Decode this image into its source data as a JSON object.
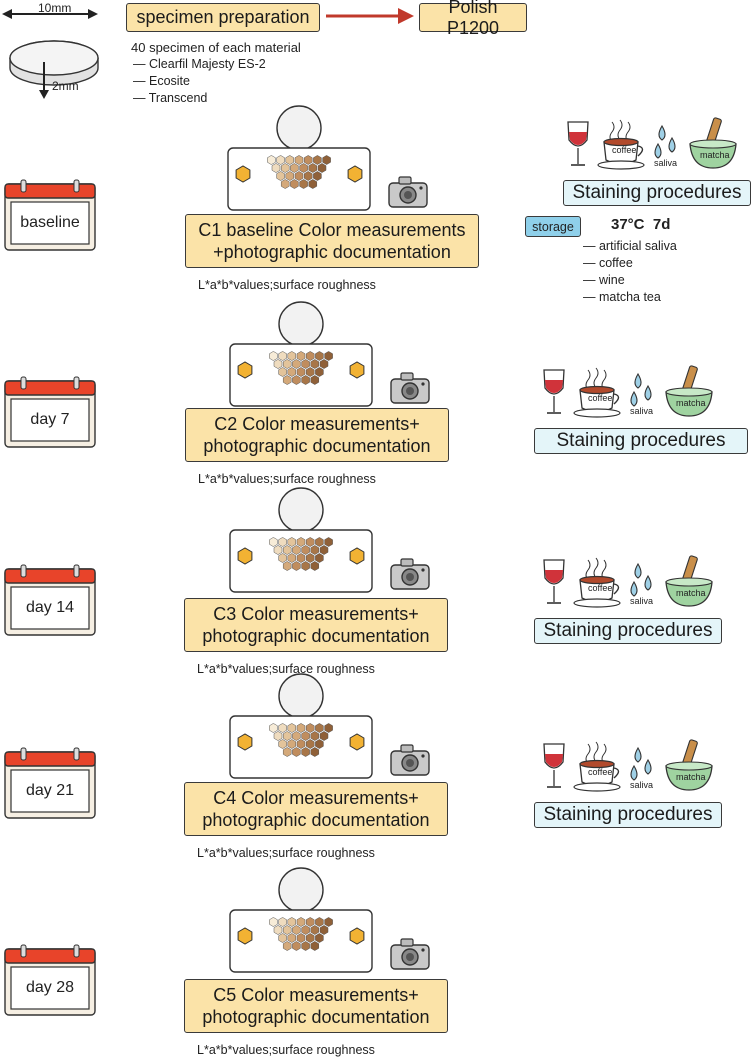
{
  "header": {
    "dim_width": "10mm",
    "dim_height": "2mm",
    "prep_label": "specimen preparation",
    "polish_label": "Polish P1200",
    "specimen_note": "40 specimen of each material",
    "materials": [
      "Clearfil Majesty ES-2",
      "Ecosite",
      "Transcend"
    ]
  },
  "storage": {
    "tag": "storage",
    "condition": "37°C  7d",
    "media": [
      "artificial saliva",
      "coffee",
      "wine",
      "matcha tea"
    ]
  },
  "staining": {
    "coffee_label": "coffee",
    "saliva_label": "saliva",
    "matcha_label": "matcha",
    "box_label": "Staining procedures"
  },
  "stages": [
    {
      "day": "baseline",
      "measure_line1": "C1 baseline Color measurements",
      "measure_line2": "+photographic documentation",
      "note": "L*a*b*values;surface roughness"
    },
    {
      "day": "day 7",
      "measure_line1": "C2 Color measurements+",
      "measure_line2": "photographic documentation",
      "note": "L*a*b*values;surface roughness"
    },
    {
      "day": "day 14",
      "measure_line1": "C3 Color measurements+",
      "measure_line2": "photographic documentation",
      "note": "L*a*b*values;surface roughness"
    },
    {
      "day": "day 21",
      "measure_line1": "C4 Color measurements+",
      "measure_line2": "photographic documentation",
      "note": "L*a*b*values;surface roughness"
    },
    {
      "day": "day 28",
      "measure_line1": "C5 Color measurements+",
      "measure_line2": "photographic documentation",
      "note": "L*a*b*values;surface roughness"
    }
  ],
  "colors": {
    "yellow_box": "#fbe3a8",
    "blue_box": "#e4f5f9",
    "storage_tag": "#8fd0ea",
    "calendar_red": "#e8442a",
    "arrow_red": "#c0392b",
    "hexagon": "#f2b233",
    "wine": "#d0333a",
    "matcha": "#9fd3a0"
  }
}
